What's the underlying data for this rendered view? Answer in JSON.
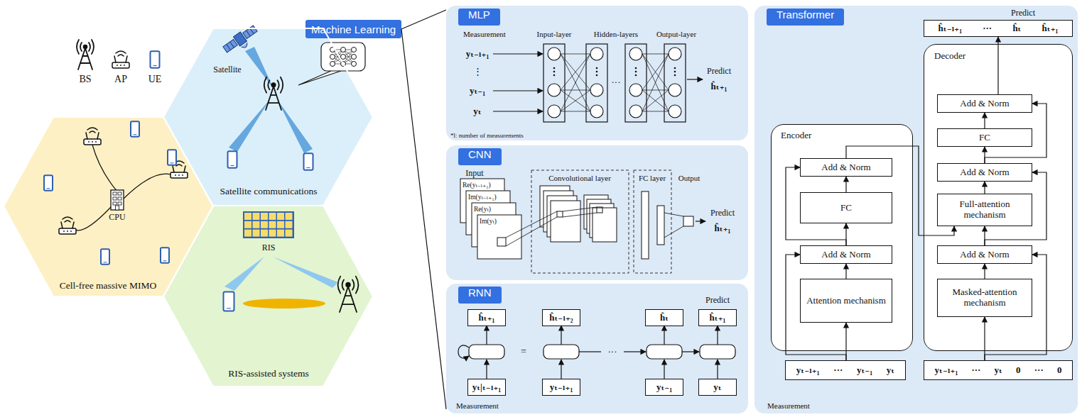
{
  "diagram": {
    "nodes": [
      {
        "text": [
          "Cell-free massive MIMO"
        ]
      },
      {
        "text": [
          "Satellite communications"
        ]
      },
      {
        "text": [
          "RIS-assisted systems"
        ]
      },
      {
        "text": [
          "Machine Learning"
        ]
      },
      {
        "text": [
          "MLP"
        ]
      },
      {
        "text": [
          "CNN"
        ]
      },
      {
        "text": [
          "RNN"
        ]
      },
      {
        "text": [
          "ĥₜ₊₁"
        ],
        "in": 6
      },
      {
        "text": [
          "ĥₜ₋ₗ₊₂"
        ],
        "in": 6
      },
      {
        "text": [
          "ĥₜ"
        ],
        "in": 6
      },
      {
        "text": [
          "ĥₜ₊₁"
        ],
        "in": 6
      },
      {
        "text": [
          "yₜ|ₜ₋ₗ₊₁"
        ],
        "in": 6
      },
      {
        "text": [
          "yₜ₋ₗ₊₁"
        ],
        "in": 6
      },
      {
        "text": [
          "yₜ₋₁"
        ],
        "in": 6
      },
      {
        "text": [
          "yₜ"
        ],
        "in": 6
      },
      {
        "text": [
          "Transformer"
        ]
      },
      {
        "text": [
          "ĥₜ₋ₗ₊₁",
          "···",
          "ĥₜ",
          "ĥₜ₊₁"
        ],
        "in": 15
      },
      {
        "text": [
          "Encoder"
        ],
        "in": 15
      },
      {
        "text": [
          "Add & Norm"
        ],
        "in": 17
      },
      {
        "text": [
          "FC"
        ],
        "in": 17
      },
      {
        "text": [
          "Add & Norm"
        ],
        "in": 17
      },
      {
        "text": [
          "Attention mechanism"
        ],
        "in": 17
      },
      {
        "text": [
          "Decoder"
        ],
        "in": 15
      },
      {
        "text": [
          "Add & Norm"
        ],
        "in": 22
      },
      {
        "text": [
          "FC"
        ],
        "in": 22
      },
      {
        "text": [
          "Add & Norm"
        ],
        "in": 22
      },
      {
        "text": [
          "Full-attention mechanism"
        ],
        "in": 22
      },
      {
        "text": [
          "Add & Norm"
        ],
        "in": 22
      },
      {
        "text": [
          "Masked-attention mechanism"
        ],
        "in": 22
      },
      {
        "text": [
          "yₜ₋ₗ₊₁",
          "···",
          "yₜ₋₁",
          "yₜ"
        ],
        "in": 15
      },
      {
        "text": [
          "yₜ₋ₗ₊₁",
          "···",
          "yₜ",
          "0",
          "···",
          "0"
        ],
        "in": 15
      }
    ],
    "edges": [
      {
        "from": 3,
        "to": 4,
        "arrow": "none"
      },
      {
        "from": 3,
        "to": 6,
        "arrow": "none"
      },
      {
        "from": 29,
        "to": 21,
        "arrow": "to"
      },
      {
        "from": 29,
        "to": 20,
        "arrow": "to"
      },
      {
        "from": 21,
        "to": 20,
        "arrow": "to"
      },
      {
        "from": 20,
        "to": 19,
        "arrow": "to"
      },
      {
        "from": 20,
        "to": 18,
        "arrow": "to"
      },
      {
        "from": 19,
        "to": 18,
        "arrow": "to"
      },
      {
        "from": 18,
        "to": 26,
        "arrow": "to"
      },
      {
        "from": 30,
        "to": 28,
        "arrow": "to"
      },
      {
        "from": 30,
        "to": 27,
        "arrow": "to"
      },
      {
        "from": 28,
        "to": 27,
        "arrow": "to"
      },
      {
        "from": 27,
        "to": 26,
        "arrow": "to"
      },
      {
        "from": 27,
        "to": 25,
        "arrow": "to"
      },
      {
        "from": 26,
        "to": 25,
        "arrow": "to"
      },
      {
        "from": 25,
        "to": 24,
        "arrow": "to"
      },
      {
        "from": 25,
        "to": 23,
        "arrow": "to"
      },
      {
        "from": 24,
        "to": 23,
        "arrow": "to"
      },
      {
        "from": 23,
        "to": 16,
        "arrow": "to"
      }
    ],
    "labels": [
      "CPU",
      "Satellite",
      "RIS",
      "Measurement",
      "Input-layer",
      "Hidden-layers",
      "Output-layer",
      "yₜ₋ₗ₊₁",
      "⋮",
      "yₜ₋₁",
      "yₜ",
      "Predict",
      "ĥₜ₊₁",
      "*l: number of measurements",
      "···",
      "Input",
      "Re(yₜ₋ₗ₊₁)",
      "Im(yₜ₋ₗ₊₁)",
      "Re(yₜ)",
      "Im(yₜ)",
      "Convolutional layer",
      "FC layer",
      "Output",
      "Predict",
      "ĥₜ₊₁",
      "Predict",
      "=",
      "···",
      "Measurement",
      "Predict",
      "Measurement"
    ],
    "legend": [
      {
        "text": "BS"
      },
      {
        "text": "AP"
      },
      {
        "text": "UE"
      }
    ]
  }
}
